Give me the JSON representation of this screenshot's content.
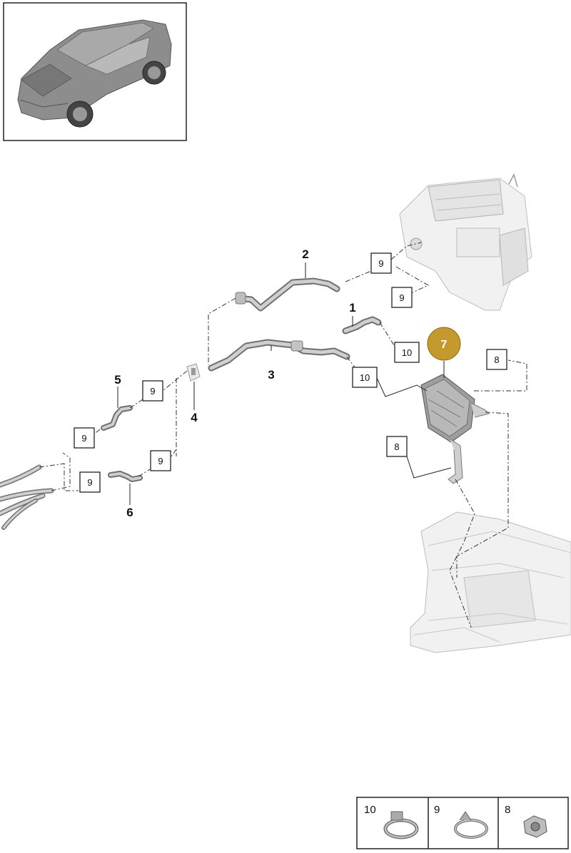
{
  "parts": {
    "p1": "1",
    "p2": "2",
    "p3": "3",
    "p4": "4",
    "p5": "5",
    "p6": "6",
    "p7": "7"
  },
  "boxes": {
    "b9_a": "9",
    "b9_b": "9",
    "b9_c": "9",
    "b9_d": "9",
    "b9_e": "9",
    "b9_f": "9",
    "b10_a": "10",
    "b10_b": "10",
    "b8_a": "8",
    "b8_b": "8"
  },
  "legend": {
    "items": [
      "10",
      "9",
      "8"
    ]
  },
  "colors": {
    "highlight": "#c49a2e",
    "line": "#222222",
    "part_gray": "#8a8a8a"
  }
}
